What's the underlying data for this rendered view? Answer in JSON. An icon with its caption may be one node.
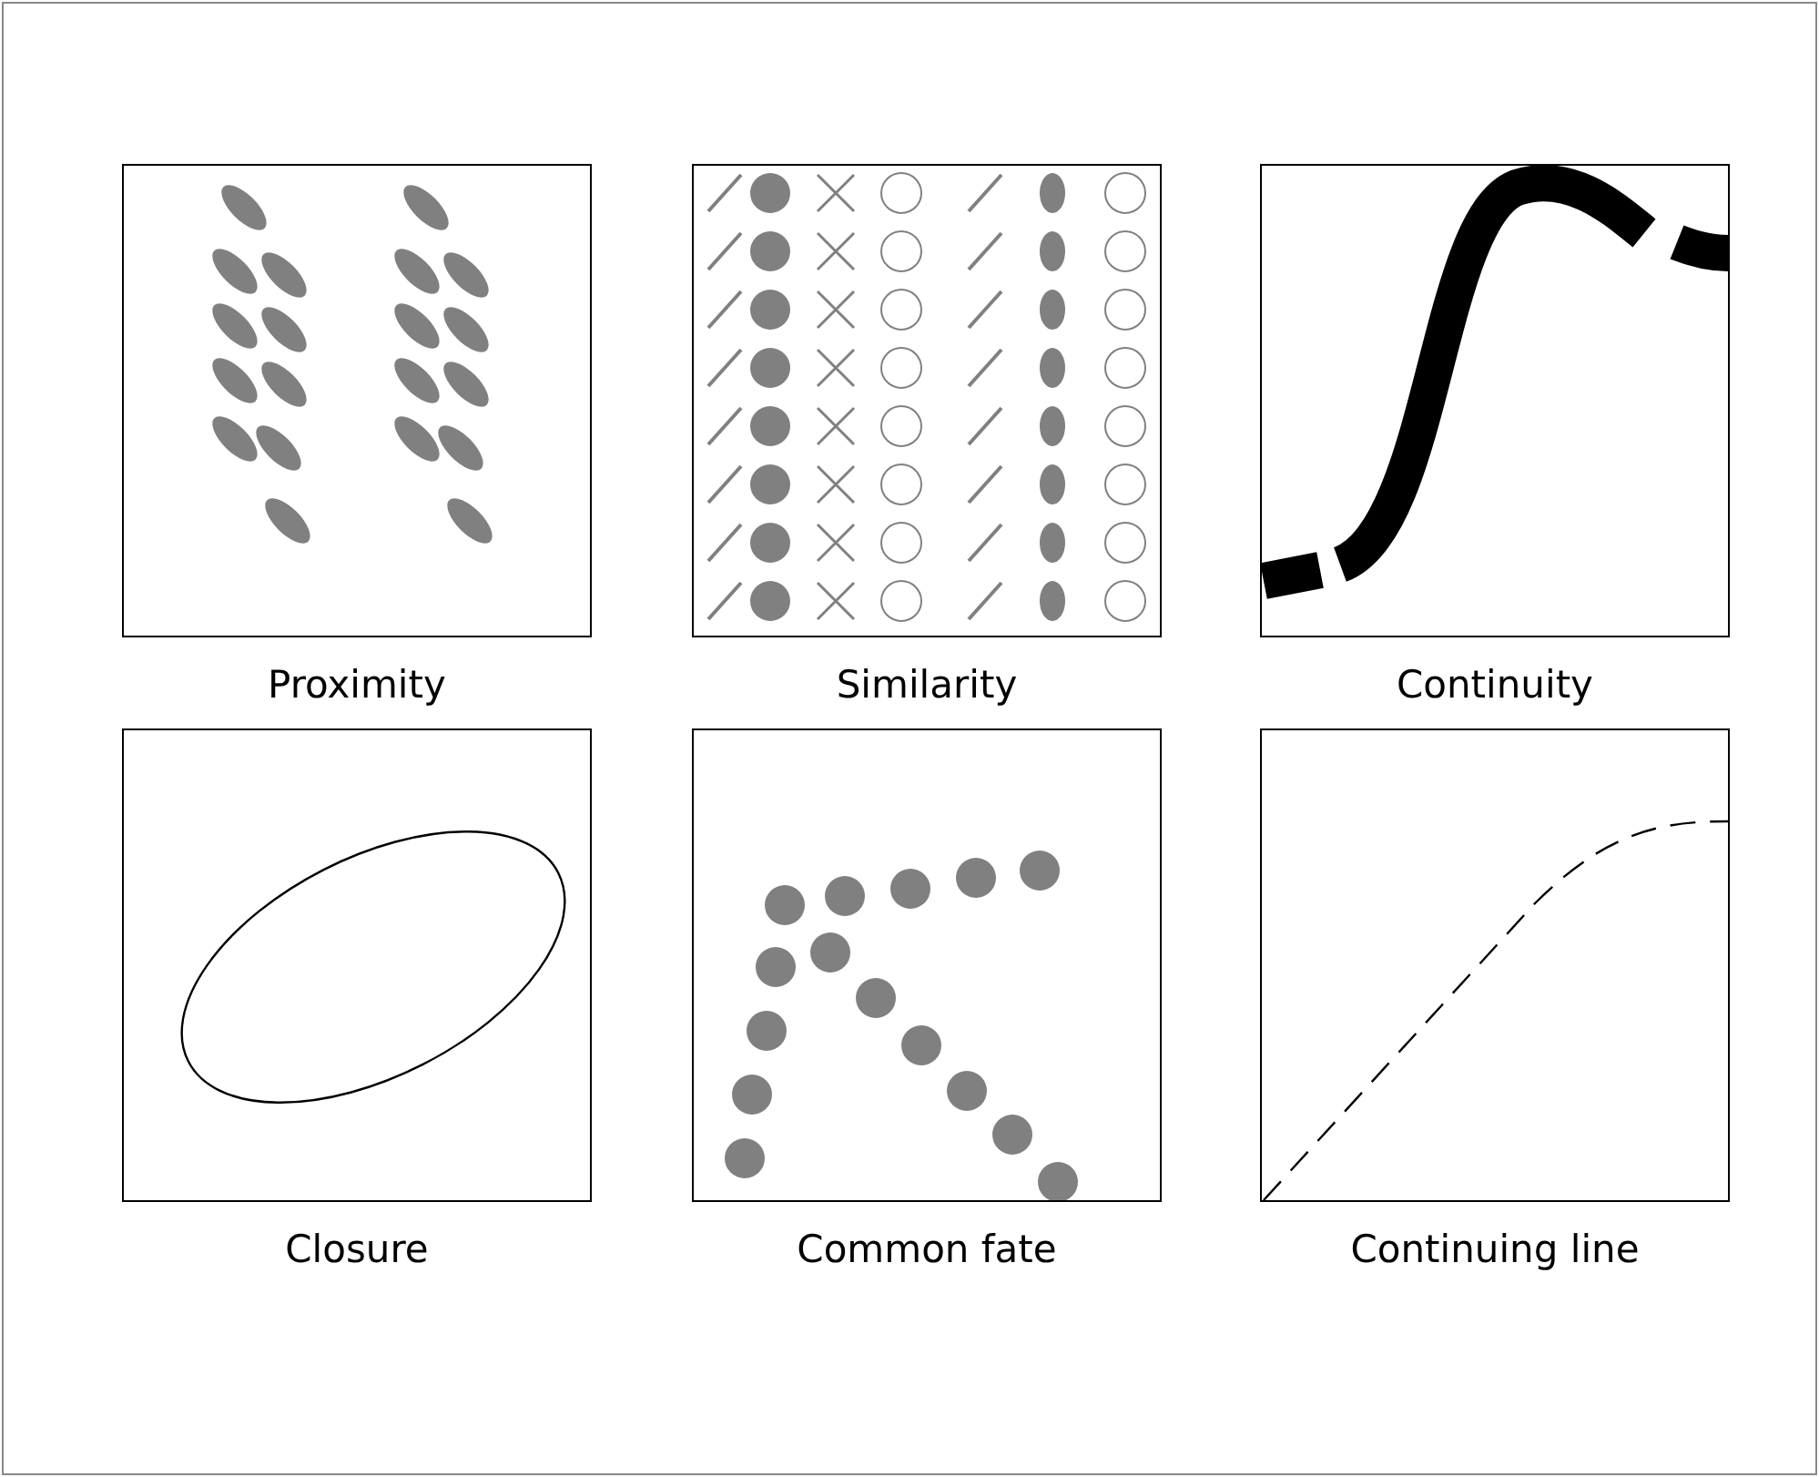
{
  "diagram": {
    "nodes": [
      {
        "text": [
          "Proximity"
        ]
      },
      {
        "text": [
          "Similarity"
        ]
      },
      {
        "text": [
          "Continuity"
        ]
      },
      {
        "text": [
          "Closure"
        ]
      },
      {
        "text": [
          "Common fate"
        ]
      },
      {
        "text": [
          "Continuing line"
        ]
      }
    ]
  }
}
